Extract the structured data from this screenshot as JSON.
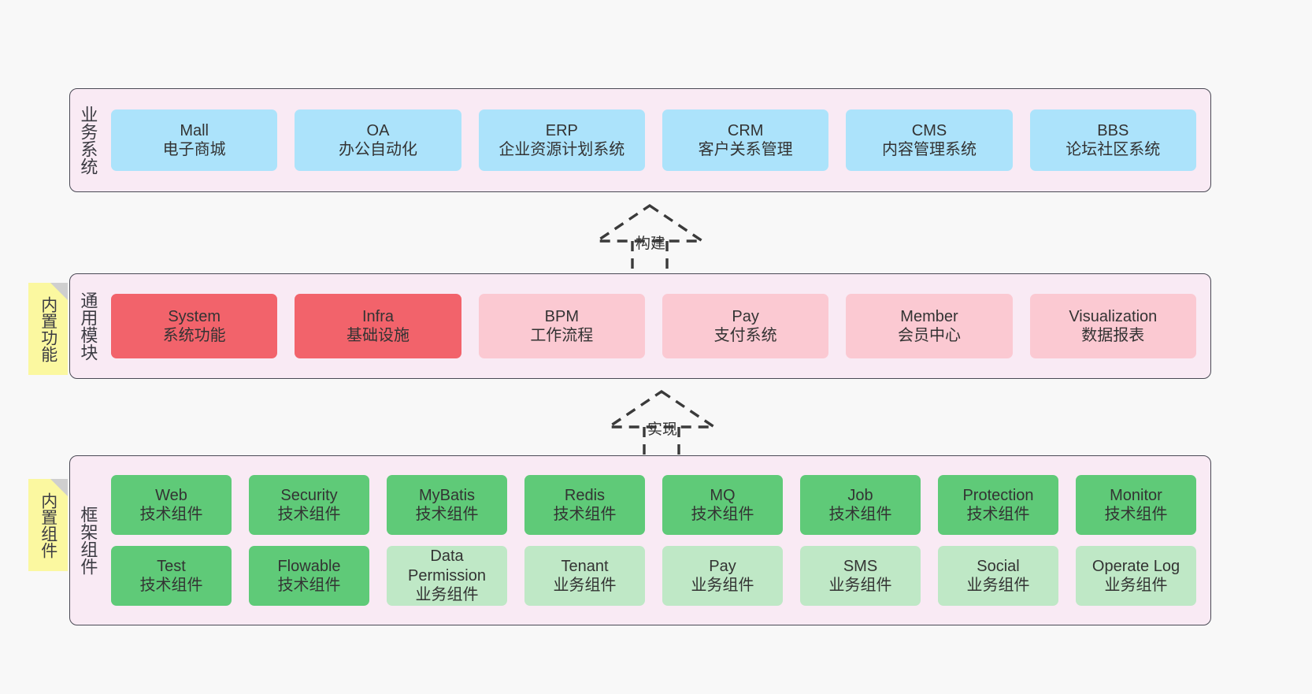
{
  "diagram": {
    "background_color": "#f8f8f8",
    "band_fill": "#f9eaf4",
    "band_border": "#4a4a55",
    "note_fill": "#fbf8a0",
    "note_fold": "#cfcfcf"
  },
  "layers": [
    {
      "id": "business-systems",
      "title": "业务系统",
      "note": null,
      "rows": [
        {
          "items": [
            {
              "name": "Mall",
              "subtitle": "电子商城",
              "color": "#ace3fb",
              "style": "blue"
            },
            {
              "name": "OA",
              "subtitle": "办公自动化",
              "color": "#ace3fb",
              "style": "blue"
            },
            {
              "name": "ERP",
              "subtitle": "企业资源计划系统",
              "color": "#ace3fb",
              "style": "blue"
            },
            {
              "name": "CRM",
              "subtitle": "客户关系管理",
              "color": "#ace3fb",
              "style": "blue"
            },
            {
              "name": "CMS",
              "subtitle": "内容管理系统",
              "color": "#ace3fb",
              "style": "blue"
            },
            {
              "name": "BBS",
              "subtitle": "论坛社区系统",
              "color": "#ace3fb",
              "style": "blue"
            }
          ]
        }
      ]
    },
    {
      "id": "common-modules",
      "title": "通用模块",
      "note": "内置功能",
      "rows": [
        {
          "items": [
            {
              "name": "System",
              "subtitle": "系统功能",
              "color": "#f2636b",
              "style": "red"
            },
            {
              "name": "Infra",
              "subtitle": "基础设施",
              "color": "#f2636b",
              "style": "red"
            },
            {
              "name": "BPM",
              "subtitle": "工作流程",
              "color": "#fbc9d2",
              "style": "pink"
            },
            {
              "name": "Pay",
              "subtitle": "支付系统",
              "color": "#fbc9d2",
              "style": "pink"
            },
            {
              "name": "Member",
              "subtitle": "会员中心",
              "color": "#fbc9d2",
              "style": "pink"
            },
            {
              "name": "Visualization",
              "subtitle": "数据报表",
              "color": "#fbc9d2",
              "style": "pink"
            }
          ]
        }
      ]
    },
    {
      "id": "framework-components",
      "title": "框架组件",
      "note": "内置组件",
      "rows": [
        {
          "items": [
            {
              "name": "Web",
              "subtitle": "技术组件",
              "color": "#5fca78",
              "style": "green"
            },
            {
              "name": "Security",
              "subtitle": "技术组件",
              "color": "#5fca78",
              "style": "green"
            },
            {
              "name": "MyBatis",
              "subtitle": "技术组件",
              "color": "#5fca78",
              "style": "green"
            },
            {
              "name": "Redis",
              "subtitle": "技术组件",
              "color": "#5fca78",
              "style": "green"
            },
            {
              "name": "MQ",
              "subtitle": "技术组件",
              "color": "#5fca78",
              "style": "green"
            },
            {
              "name": "Job",
              "subtitle": "技术组件",
              "color": "#5fca78",
              "style": "green"
            },
            {
              "name": "Protection",
              "subtitle": "技术组件",
              "color": "#5fca78",
              "style": "green"
            },
            {
              "name": "Monitor",
              "subtitle": "技术组件",
              "color": "#5fca78",
              "style": "green"
            }
          ]
        },
        {
          "items": [
            {
              "name": "Test",
              "subtitle": "技术组件",
              "color": "#5fca78",
              "style": "green"
            },
            {
              "name": "Flowable",
              "subtitle": "技术组件",
              "color": "#5fca78",
              "style": "green"
            },
            {
              "name": "Data Permission",
              "subtitle": "业务组件",
              "color": "#bfe8c6",
              "style": "lightgreen"
            },
            {
              "name": "Tenant",
              "subtitle": "业务组件",
              "color": "#bfe8c6",
              "style": "lightgreen"
            },
            {
              "name": "Pay",
              "subtitle": "业务组件",
              "color": "#bfe8c6",
              "style": "lightgreen"
            },
            {
              "name": "SMS",
              "subtitle": "业务组件",
              "color": "#bfe8c6",
              "style": "lightgreen"
            },
            {
              "name": "Social",
              "subtitle": "业务组件",
              "color": "#bfe8c6",
              "style": "lightgreen"
            },
            {
              "name": "Operate Log",
              "subtitle": "业务组件",
              "color": "#bfe8c6",
              "style": "lightgreen"
            }
          ]
        }
      ]
    }
  ],
  "connectors": [
    {
      "id": "build",
      "label": "构建",
      "from": "common-modules",
      "to": "business-systems"
    },
    {
      "id": "implement",
      "label": "实现",
      "from": "framework-components",
      "to": "common-modules"
    }
  ]
}
